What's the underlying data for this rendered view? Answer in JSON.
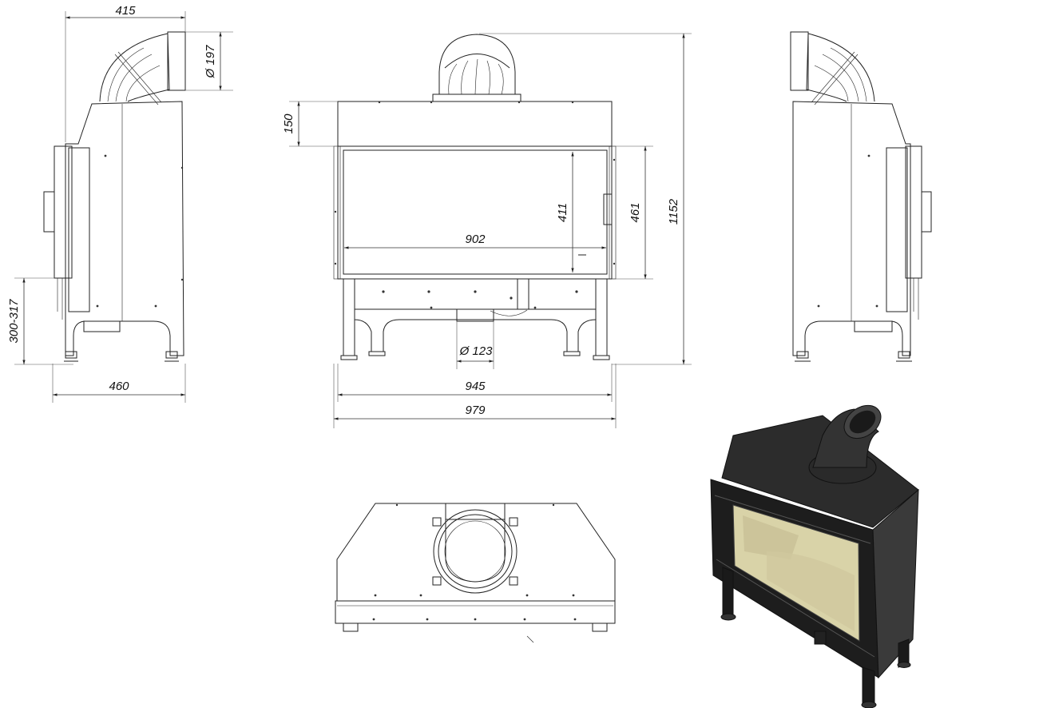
{
  "dimensions": {
    "side_depth_top": "415",
    "flue_diameter": "Ø 197",
    "side_depth_bottom": "460",
    "leg_height": "300-317",
    "top_section_height": "150",
    "glass_height": "411",
    "door_height": "461",
    "total_height": "1152",
    "glass_width": "902",
    "air_inlet_diameter": "Ø 123",
    "body_width": "945",
    "total_width": "979"
  },
  "colors": {
    "line": "#222222",
    "body_dark": "#2a2a2a",
    "glass": "#d9d3a8"
  }
}
